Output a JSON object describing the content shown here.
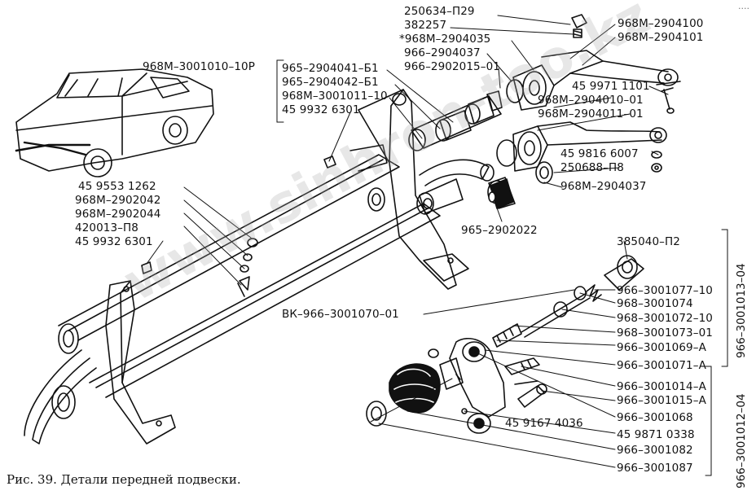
{
  "caption": "Рис. 39. Детали передней подвески.",
  "watermark": "www.sinhron-too.kz",
  "corner_mark": "····",
  "labels": {
    "p250634": "250634–П29",
    "p382257": "382257",
    "p2904035": "*968М–2904035",
    "p2904037a": "966–2904037",
    "p2902015": "966–2902015–01",
    "p2904100": "968М–2904100",
    "p2904101": "968М–2904101",
    "p3001010": "968М–3001010–10Р",
    "p2904041": "965–2904041–Б1",
    "p2904042": "965–2904042–Б1",
    "p3001011": "968М–3001011–10",
    "p459932a": "45 9932 6301",
    "p459971": "45 9971 1101",
    "p2904010": "968М–2904010–01",
    "p2904011": "968М–2904011–01",
    "p459816": "45 9816 6007",
    "p250688": "250688–П8",
    "p2904037b": "968М–2904037",
    "p459553": "45 9553 1262",
    "p2902042": "968М–2902042",
    "p2902044": "968М–2902044",
    "p420013": "420013–П8",
    "p459932b": "45 9932 6301",
    "p2902022": "965–2902022",
    "p385040": "385040–П2",
    "p3001077": "966–3001077–10",
    "p3001074": "968–3001074",
    "p3001072": "968–3001072–10",
    "p3001073": "968–3001073–01",
    "pbk3001070": "ВК–966–3001070–01",
    "p3001069": "966–3001069–А",
    "p3001071": "966–3001071–А",
    "p3001014": "966–3001014–А",
    "p3001015": "966–3001015–А",
    "p3001068": "966–3001068",
    "p459167": "45 9167 4036",
    "p459871": "45 9871 0338",
    "p3001082": "966–3001082",
    "p3001087": "966–3001087",
    "v3001013": "966–3001013–04",
    "v3001012": "966–3001012–04"
  }
}
